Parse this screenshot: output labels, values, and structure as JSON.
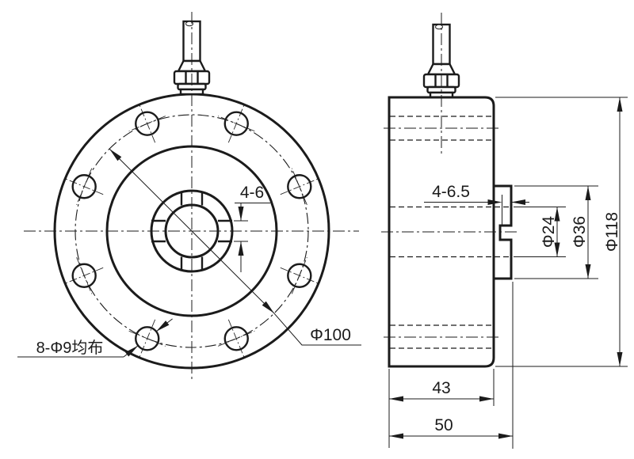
{
  "drawing": {
    "colors": {
      "ink": "#1b1b1b",
      "paper": "#ffffff"
    },
    "front_view": {
      "labels": {
        "slot_width": "4-6",
        "bolt_circle_diameter": "Φ100",
        "mounting_holes": "8-Φ9均布"
      }
    },
    "side_view": {
      "labels": {
        "boss_holes": "4-6.5",
        "bore_diameter": "Φ24",
        "boss_diameter": "Φ36",
        "flange_diameter": "Φ118",
        "body_depth": "43",
        "overall_depth": "50"
      }
    }
  }
}
